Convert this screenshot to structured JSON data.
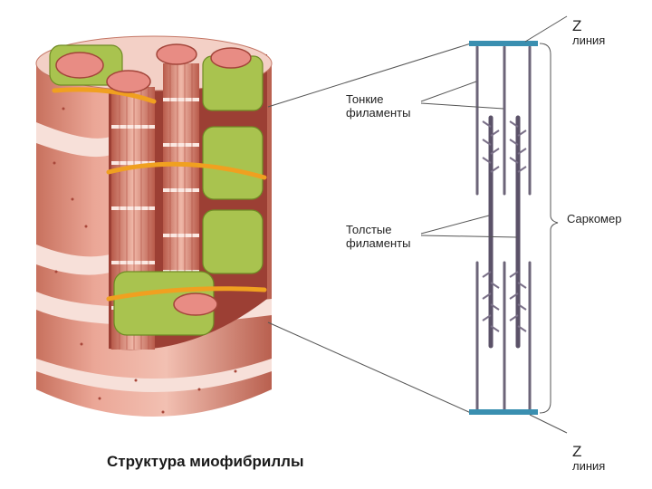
{
  "labels": {
    "z_line_top_letter": "Z",
    "z_line_top_word": "линия",
    "thin_filaments": "Тонкие\nфиламенты",
    "thick_filaments": "Толстые\nфиламенты",
    "sarcomere": "Саркомер",
    "z_line_bottom_letter": "Z",
    "z_line_bottom_word": "линия"
  },
  "caption": "Структура миофибриллы",
  "colors": {
    "muscle_outer": "#e9a596",
    "muscle_light_band": "#f6ddd6",
    "muscle_dark": "#c9735f",
    "myofibril": "#d9897a",
    "reticulum_green": "#a8c24c",
    "tubule_orange": "#f0a020",
    "filament": "#6c6478",
    "z_disc": "#3a8fb0",
    "leader_line": "#555555"
  }
}
